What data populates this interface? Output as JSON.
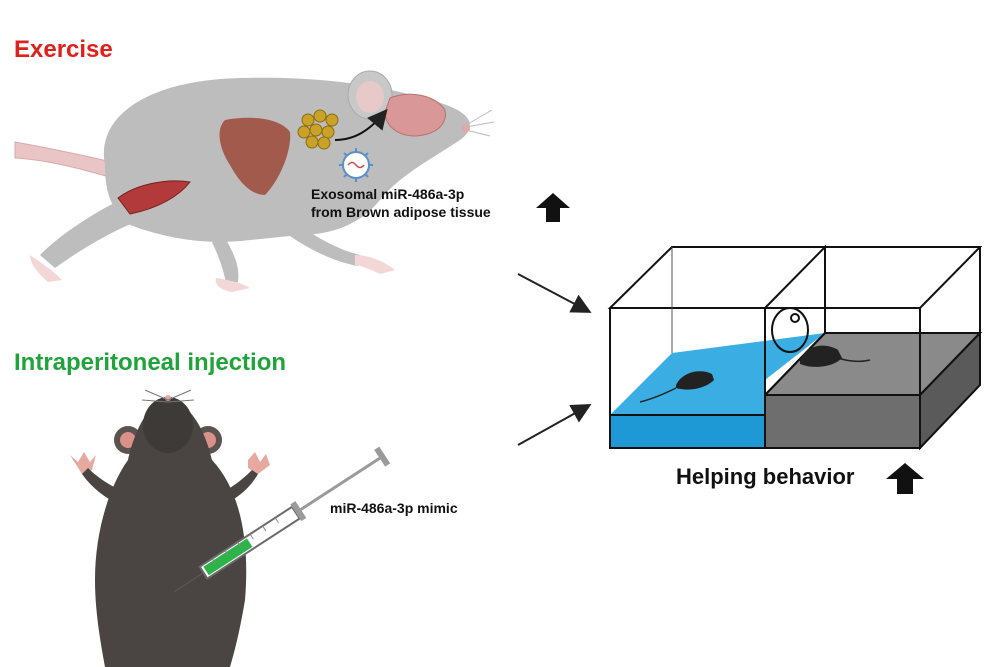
{
  "labels": {
    "exercise": "Exercise",
    "injection": "Intraperitoneal injection",
    "exosomal_line1": "Exosomal miR-486a-3p",
    "exosomal_line2": "from Brown adipose tissue",
    "mimic": "miR-486a-3p mimic",
    "helping": "Helping behavior"
  },
  "colors": {
    "exercise": "#e0201b",
    "injection": "#1fa33a",
    "water": "#3aaee3",
    "platform": "#8a8a8a",
    "mouse_gray": "#b5b5b5",
    "mouse_dark": "#4a4542"
  },
  "icons": [
    "up-arrow-icon",
    "exosome-icon",
    "syringe-icon",
    "mouse-icon",
    "cage-icon"
  ]
}
